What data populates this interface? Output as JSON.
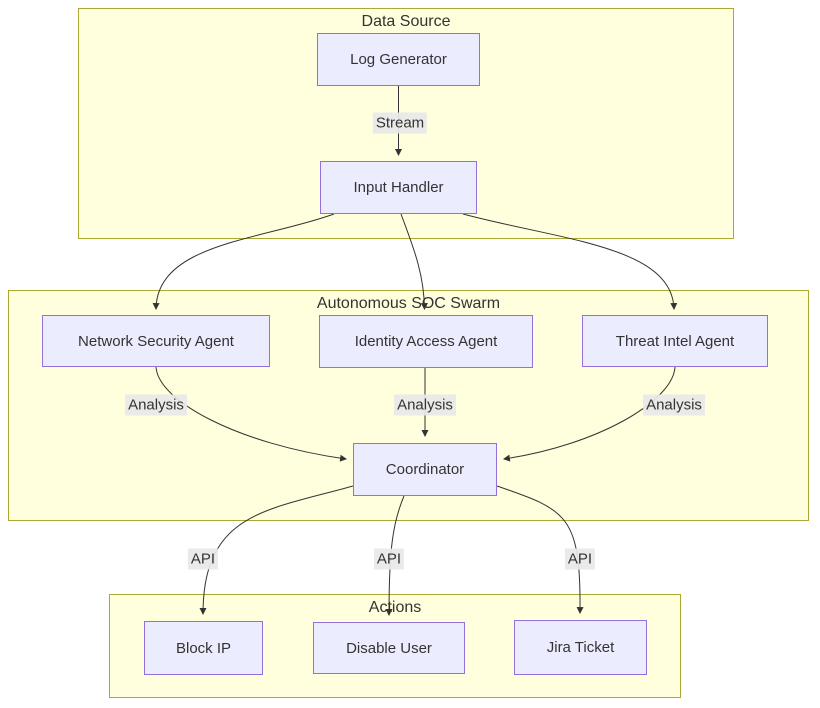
{
  "diagram": {
    "type": "flowchart",
    "direction": "top-down",
    "clusters": [
      {
        "id": "data_source",
        "title": "Data Source"
      },
      {
        "id": "soc_swarm",
        "title": "Autonomous SOC Swarm"
      },
      {
        "id": "actions",
        "title": "Actions"
      }
    ],
    "nodes": {
      "log_generator": "Log Generator",
      "input_handler": "Input Handler",
      "network_security_agent": "Network Security Agent",
      "identity_access_agent": "Identity Access Agent",
      "threat_intel_agent": "Threat Intel Agent",
      "coordinator": "Coordinator",
      "block_ip": "Block IP",
      "disable_user": "Disable User",
      "jira_ticket": "Jira Ticket"
    },
    "edges": [
      {
        "from": "Log Generator",
        "to": "Input Handler",
        "label": "Stream"
      },
      {
        "from": "Input Handler",
        "to": "Network Security Agent",
        "label": ""
      },
      {
        "from": "Input Handler",
        "to": "Identity Access Agent",
        "label": ""
      },
      {
        "from": "Input Handler",
        "to": "Threat Intel Agent",
        "label": ""
      },
      {
        "from": "Network Security Agent",
        "to": "Coordinator",
        "label": "Analysis"
      },
      {
        "from": "Identity Access Agent",
        "to": "Coordinator",
        "label": "Analysis"
      },
      {
        "from": "Threat Intel Agent",
        "to": "Coordinator",
        "label": "Analysis"
      },
      {
        "from": "Coordinator",
        "to": "Block IP",
        "label": "API"
      },
      {
        "from": "Coordinator",
        "to": "Disable User",
        "label": "API"
      },
      {
        "from": "Coordinator",
        "to": "Jira Ticket",
        "label": "API"
      }
    ],
    "colors": {
      "node_fill": "#ECECFF",
      "node_border": "#9370DB",
      "cluster_fill": "#ffffde",
      "cluster_border": "#aaaa33",
      "edge_stroke": "#333333",
      "edge_label_bg": "#e8e8e8",
      "text": "#333333",
      "background": "#ffffff"
    }
  }
}
